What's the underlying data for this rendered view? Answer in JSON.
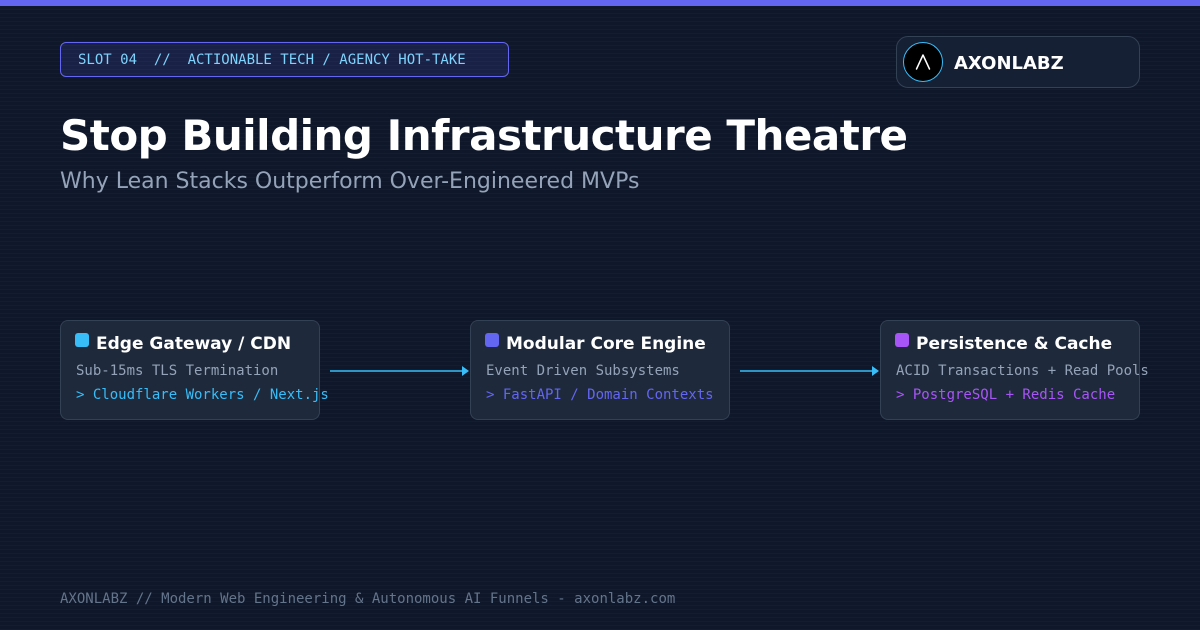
{
  "header": {
    "slot_badge": "SLOT 04  //  ACTIONABLE TECH / AGENCY HOT-TAKE",
    "brand": {
      "name": "AXONLABZ",
      "logo_icon": "caret-up-icon"
    }
  },
  "title": "Stop Building Infrastructure Theatre",
  "subtitle": "Why Lean Stacks Outperform Over-Engineered MVPs",
  "diagram": {
    "nodes": [
      {
        "title": "Edge Gateway / CDN",
        "subtitle": "Sub-15ms TLS Termination",
        "tech": "> Cloudflare Workers / Next.js",
        "accent": "#38bdf8"
      },
      {
        "title": "Modular Core Engine",
        "subtitle": "Event Driven Subsystems",
        "tech": "> FastAPI / Domain Contexts",
        "accent": "#6366f1"
      },
      {
        "title": "Persistence & Cache",
        "subtitle": "ACID Transactions + Read Pools",
        "tech": "> PostgreSQL + Redis Cache",
        "accent": "#a855f7"
      }
    ],
    "edges": [
      {
        "from": 0,
        "to": 1
      },
      {
        "from": 1,
        "to": 2
      }
    ],
    "edge_color": "#38bdf8"
  },
  "footer": "AXONLABZ // Modern Web Engineering & Autonomous AI Funnels - axonlabz.com",
  "colors": {
    "background": "#0f172a",
    "accent_bar": "#6366f1",
    "card": "#1e293b",
    "card_border": "#334155"
  }
}
